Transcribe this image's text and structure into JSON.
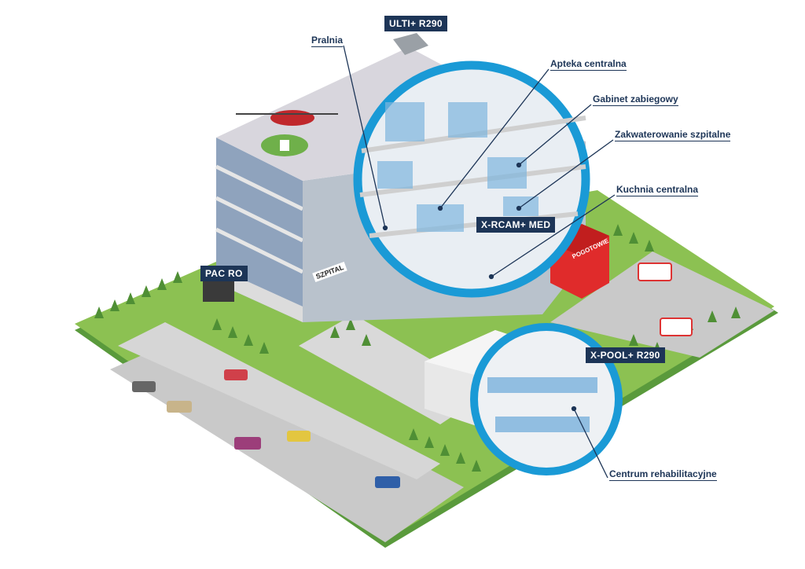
{
  "badges": {
    "ulti": "ULTI+ R290",
    "pac": "PAC RO",
    "xrcam": "X-RCAM+ MED",
    "xpool": "X-POOL+ R290"
  },
  "labels": {
    "pralnia": "Pralnia",
    "apteka": "Apteka centralna",
    "gabinet": "Gabinet zabiegowy",
    "zakwaterowanie": "Zakwaterowanie szpitalne",
    "kuchnia": "Kuchnia centralna",
    "rehab": "Centrum rehabilitacyjne"
  },
  "signs": {
    "hospital": "SZPITAL",
    "emergency": "POGOTOWIE"
  },
  "colors": {
    "navy": "#1d3557",
    "ring": "#1a9ad6",
    "grass": "#8cc152",
    "road": "#c9c9c9",
    "emergency": "#e02b2b"
  }
}
